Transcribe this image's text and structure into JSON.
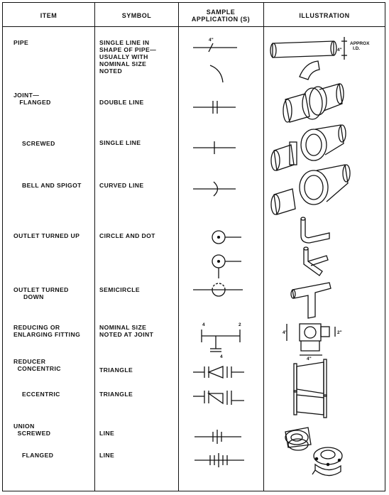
{
  "headers": {
    "item": "ITEM",
    "symbol": "SYMBOL",
    "sample": "SAMPLE\nAPPLICATION (S)",
    "illustration": "ILLUSTRATION"
  },
  "rows": {
    "pipe": {
      "item": "PIPE",
      "symbol": "SINGLE LINE IN\nSHAPE OF PIPE—\nUSUALLY WITH\nNOMINAL SIZE\nNOTED",
      "sample_size": "4\"",
      "illus_label": "APPROX\nI.D.",
      "illus_size": "4\""
    },
    "joint_flanged": {
      "item": "JOINT—\n   FLANGED",
      "symbol": "DOUBLE LINE"
    },
    "screwed": {
      "item": "SCREWED",
      "symbol": "SINGLE LINE"
    },
    "bell_spigot": {
      "item": "BELL AND SPIGOT",
      "symbol": "CURVED LINE"
    },
    "outlet_up": {
      "item": "OUTLET TURNED UP",
      "symbol": "CIRCLE AND DOT"
    },
    "outlet_down": {
      "item": "OUTLET TURNED\n     DOWN",
      "symbol": "SEMICIRCLE"
    },
    "reducing": {
      "item": "REDUCING OR\nENLARGING FITTING",
      "symbol": "NOMINAL SIZE\nNOTED AT JOINT",
      "n_left": "4",
      "n_right": "2",
      "n_bottom": "4",
      "illus_dim1": "4\"",
      "illus_dim2": "2\"",
      "illus_dim3": "4\""
    },
    "reducer_conc": {
      "item": "REDUCER\n  CONCENTRIC",
      "symbol": "TRIANGLE"
    },
    "eccentric": {
      "item": "ECCENTRIC",
      "symbol": "TRIANGLE"
    },
    "union_screwed": {
      "item": "UNION\n  SCREWED",
      "symbol": "LINE"
    },
    "union_flanged": {
      "item": "FLANGED",
      "symbol": "LINE"
    }
  }
}
